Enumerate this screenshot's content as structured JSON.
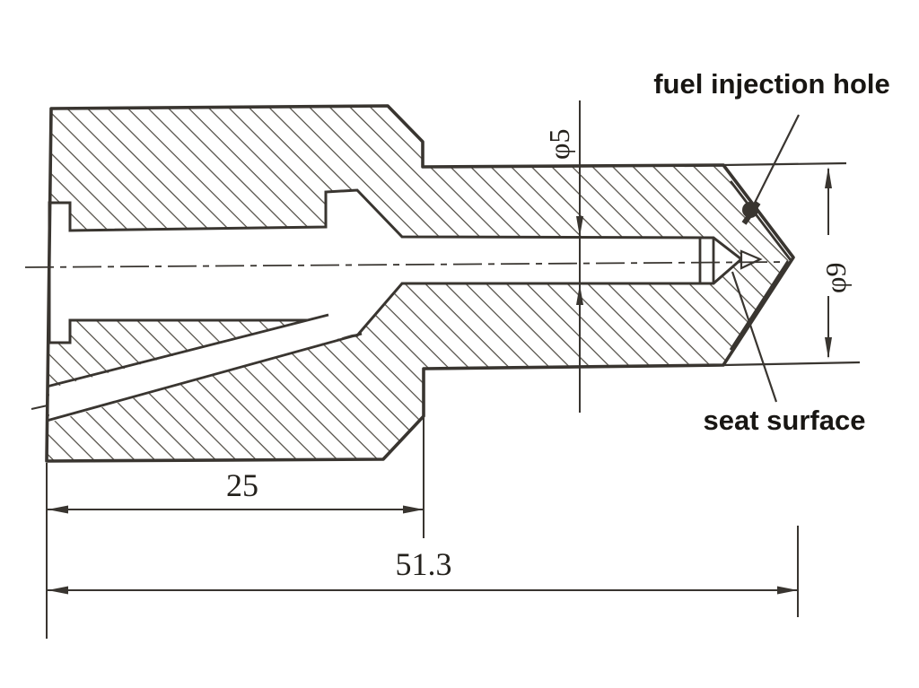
{
  "drawing": {
    "type": "engineering-cross-section",
    "subject": "fuel-injector-nozzle",
    "labels": {
      "fuel_injection_hole": "fuel injection hole",
      "seat_surface": "seat surface"
    },
    "dimensions": {
      "stem_bore_diameter": "φ5",
      "tip_outer_diameter": "φ9",
      "front_body_length": "25",
      "overall_length": "51.3"
    },
    "colors": {
      "ink": "#393530",
      "hatch": "#514d45",
      "text": "#181613",
      "background": "#ffffff"
    }
  }
}
